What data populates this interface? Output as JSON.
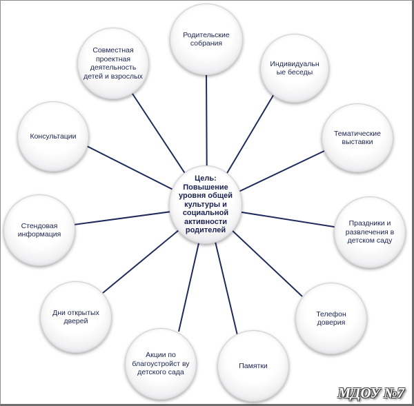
{
  "center": {
    "label": "Цель: Повышение уровня общей культуры и социальной активности родителей"
  },
  "nodes": [
    {
      "id": "roditelskie",
      "label": "Родительские собрания"
    },
    {
      "id": "individualnye",
      "label": "Индивидуальн ые беседы"
    },
    {
      "id": "tematicheskie",
      "label": "Тематические выставки"
    },
    {
      "id": "prazdniki",
      "label": "Праздники и развлечения в детском саду"
    },
    {
      "id": "telefon",
      "label": "Телефон доверия"
    },
    {
      "id": "pamyatki",
      "label": "Памятки"
    },
    {
      "id": "aktsii",
      "label": "Акции по благоустройст ву детского сада"
    },
    {
      "id": "dni",
      "label": "Дни открытых дверей"
    },
    {
      "id": "stendovaya",
      "label": "Стендовая информация"
    },
    {
      "id": "konsultatsii",
      "label": "Консультации"
    },
    {
      "id": "sovmestnaya",
      "label": "Совместная проектная деятельность детей и взрослых"
    }
  ],
  "watermark": "МДОУ №7",
  "colors": {
    "link": "#1f2a5a",
    "text": "#1a2150"
  }
}
